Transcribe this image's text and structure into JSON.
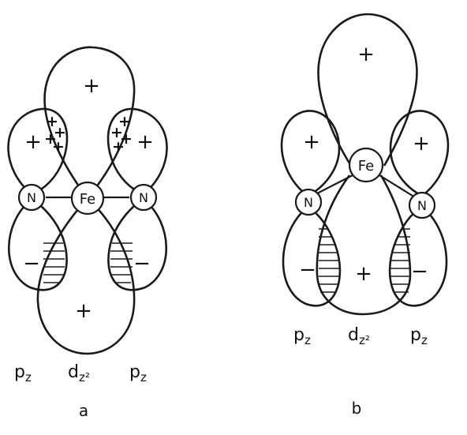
{
  "panel_a": {
    "label": "a",
    "atoms": {
      "left": "N",
      "center": "Fe",
      "right": "N"
    },
    "signs": {
      "dz2_top": "+",
      "dz2_bottom": "+",
      "pz_left_top": "+",
      "pz_right_top": "+",
      "pz_left_bottom": "−",
      "pz_right_bottom": "−",
      "overlap": "+"
    },
    "orbitals": {
      "left": {
        "main": "p",
        "sub": "z"
      },
      "center": {
        "main": "d",
        "sub": "z²"
      },
      "right": {
        "main": "p",
        "sub": "z"
      }
    }
  },
  "panel_b": {
    "label": "b",
    "atoms": {
      "left": "N",
      "center": "Fe",
      "right": "N"
    },
    "signs": {
      "dz2_top": "+",
      "dz2_bottom": "+",
      "pz_left_top": "+",
      "pz_right_top": "+",
      "pz_left_bottom": "−",
      "pz_right_bottom": "−"
    },
    "orbitals": {
      "left": {
        "main": "p",
        "sub": "z"
      },
      "center": {
        "main": "d",
        "sub": "z²"
      },
      "right": {
        "main": "p",
        "sub": "z"
      }
    }
  }
}
